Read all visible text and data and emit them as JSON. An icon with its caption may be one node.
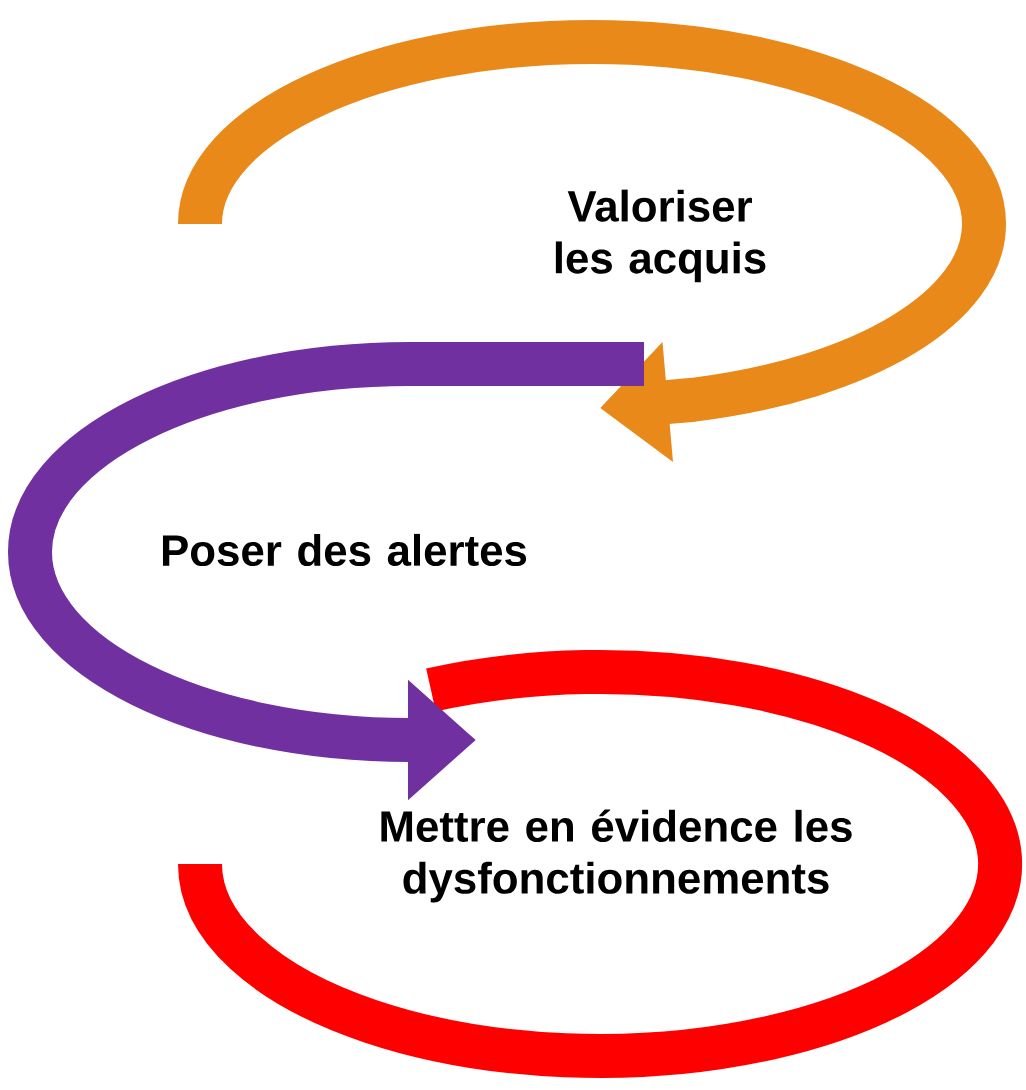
{
  "diagram": {
    "nodes": [
      {
        "text": [
          "Valoriser les acquis"
        ]
      },
      {
        "text": [
          "Poser des alertes"
        ]
      },
      {
        "text": [
          "Mettre en évidence les dysfonctionnements"
        ]
      }
    ],
    "edges": [
      {
        "from": null,
        "to": 1,
        "arrow": "to",
        "color": "#e8891a"
      },
      {
        "from": null,
        "to": 2,
        "arrow": "to",
        "color": "#7030a0"
      }
    ]
  }
}
